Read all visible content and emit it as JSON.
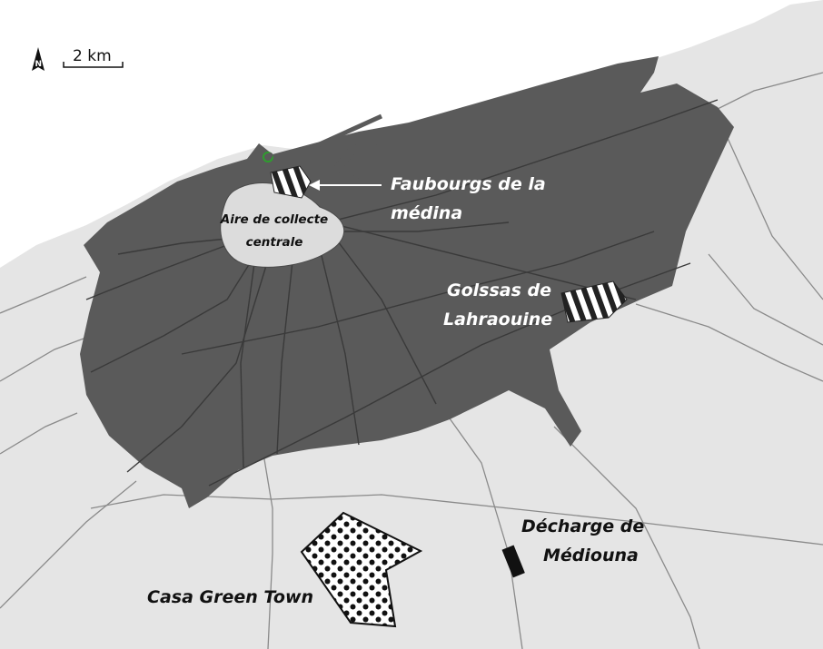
{
  "map": {
    "north_letter": "N",
    "scale_label": "2 km",
    "labels": {
      "faubourgs_line1": "Faubourgs de la",
      "faubourgs_line2": "médina",
      "aire_line1": "Aire de collecte",
      "aire_line2": "centrale",
      "golssas_line1": "Golssas de",
      "golssas_line2": "Lahraouine",
      "decharge_line1": "Décharge de",
      "decharge_line2": "Médiouna",
      "casa": "Casa Green Town"
    },
    "colors": {
      "sea": "#ffffff",
      "land": "#e5e5e5",
      "city": "#5a5a5a",
      "road_on_land": "#8a8a8a",
      "road_in_city": "#3a3a3a",
      "collection_area": "#dcdcdc",
      "marker": "#2e9e2e"
    }
  }
}
